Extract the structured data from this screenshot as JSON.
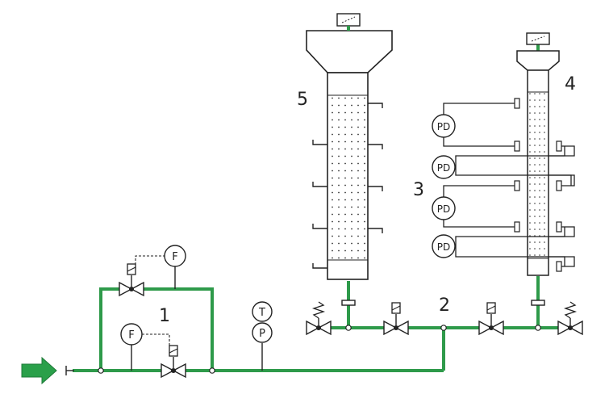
{
  "labels": {
    "section_1": "1",
    "section_2": "2",
    "section_3": "3",
    "section_4": "4",
    "section_5": "5"
  },
  "instruments": {
    "flow_top": "F",
    "flow_bottom": "F",
    "temperature": "T",
    "pressure": "P",
    "pd_1": "PD",
    "pd_2": "PD",
    "pd_3": "PD",
    "pd_4": "PD"
  },
  "colors": {
    "pipe": "#2e9a4a",
    "arrow": "#2aa04a",
    "line": "#222222"
  }
}
